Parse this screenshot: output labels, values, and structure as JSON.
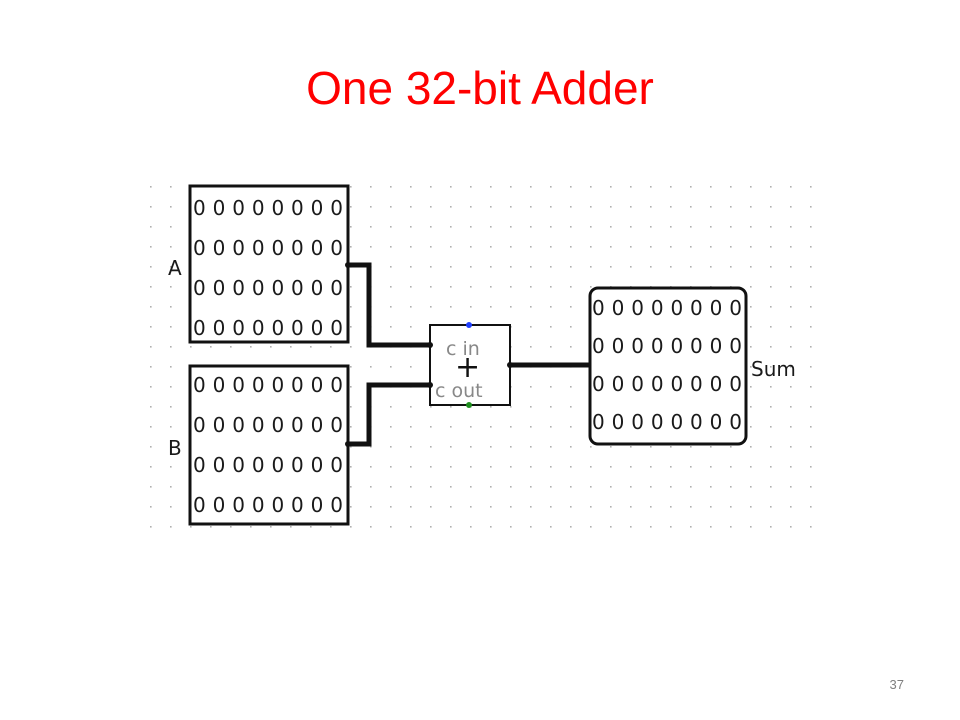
{
  "slide": {
    "title": "One 32-bit Adder",
    "number": "37"
  },
  "circuit": {
    "registers": {
      "a": {
        "label": "A",
        "rows": [
          "00000000",
          "00000000",
          "00000000",
          "00000000"
        ]
      },
      "b": {
        "label": "B",
        "rows": [
          "00000000",
          "00000000",
          "00000000",
          "00000000"
        ]
      },
      "sum": {
        "label": "Sum",
        "rows": [
          "00000000",
          "00000000",
          "00000000",
          "00000000"
        ]
      }
    },
    "adder": {
      "symbol": "+",
      "carry_in_label": "c in",
      "carry_out_label": "c out",
      "carry_in_pin_color": "#1f3fff",
      "carry_out_pin_color": "#1f8f1f"
    }
  }
}
